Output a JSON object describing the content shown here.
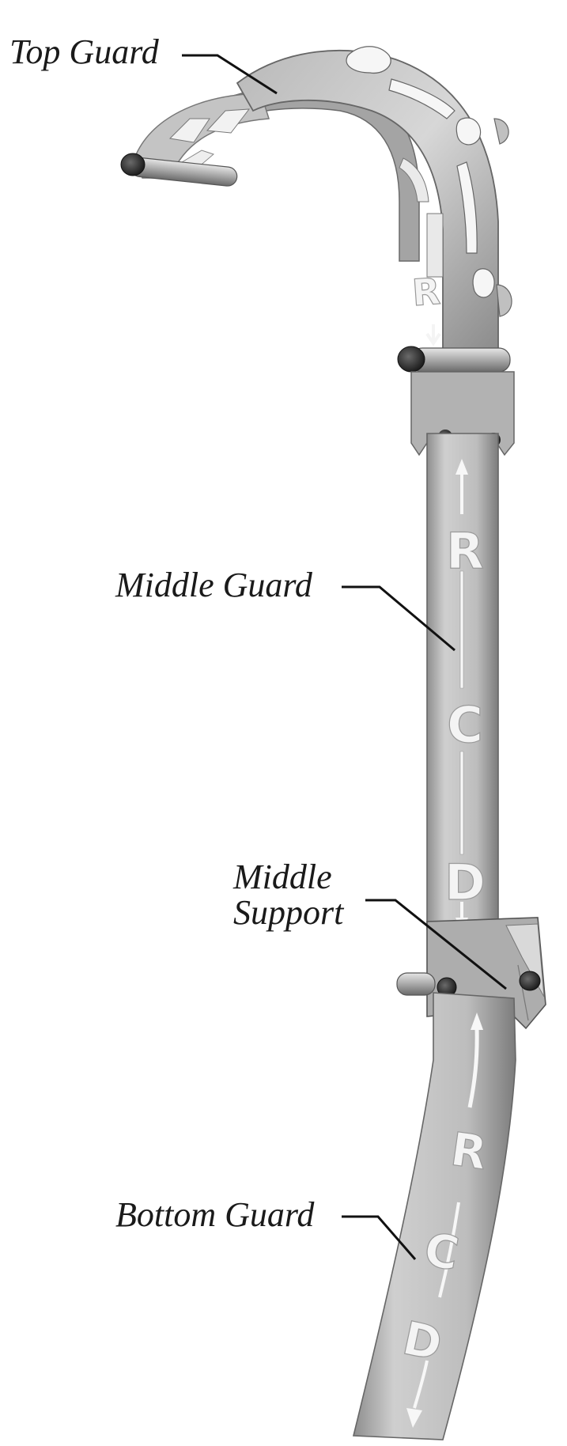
{
  "figure": {
    "labels": {
      "top_guard": "Top Guard",
      "middle_guard": "Middle Guard",
      "middle_support_line1": "Middle",
      "middle_support_line2": "Support",
      "bottom_guard": "Bottom Guard"
    },
    "stencil": {
      "middle": [
        "R",
        "C",
        "D"
      ],
      "bottom": [
        "R",
        "C",
        "D"
      ]
    },
    "colors": {
      "metal_light": "#d2d2d2",
      "metal_mid": "#a8a8a8",
      "metal_dark": "#6e6e6e",
      "bolt": "#2e2e2e",
      "leader": "#111111",
      "label_text": "#1a1a1a"
    }
  }
}
